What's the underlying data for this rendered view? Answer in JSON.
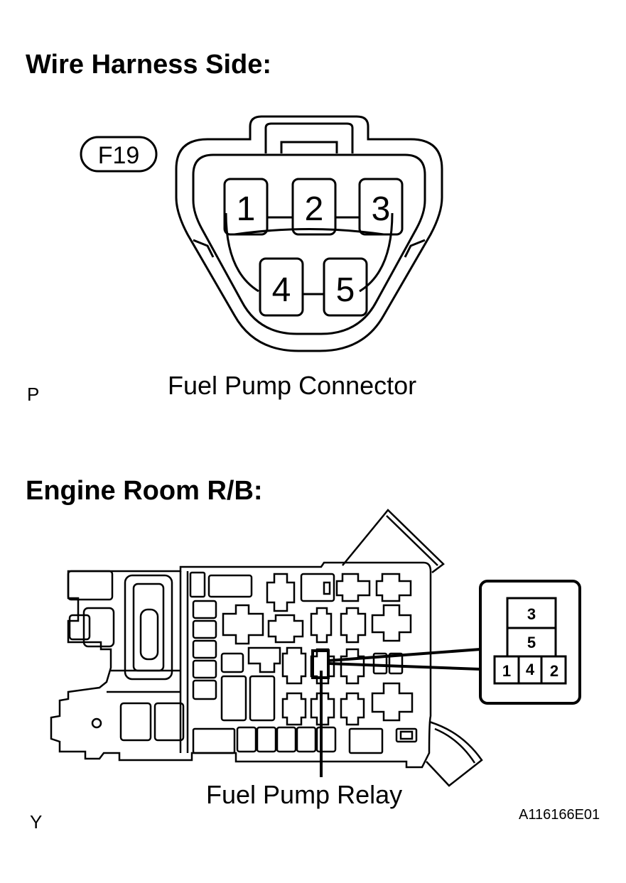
{
  "section1": {
    "heading": "Wire Harness Side:"
  },
  "connector": {
    "code": "F19",
    "pins_top": [
      "1",
      "2",
      "3"
    ],
    "pins_bottom": [
      "4",
      "5"
    ],
    "caption": "Fuel Pump Connector",
    "view_marker": "P"
  },
  "section2": {
    "heading": "Engine Room R/B:"
  },
  "relay": {
    "caption": "Fuel Pump Relay",
    "pin_top": "3",
    "pin_mid": "5",
    "pins_bottom": [
      "1",
      "4",
      "2"
    ],
    "view_marker": "Y"
  },
  "figure_id": "A116166E01"
}
